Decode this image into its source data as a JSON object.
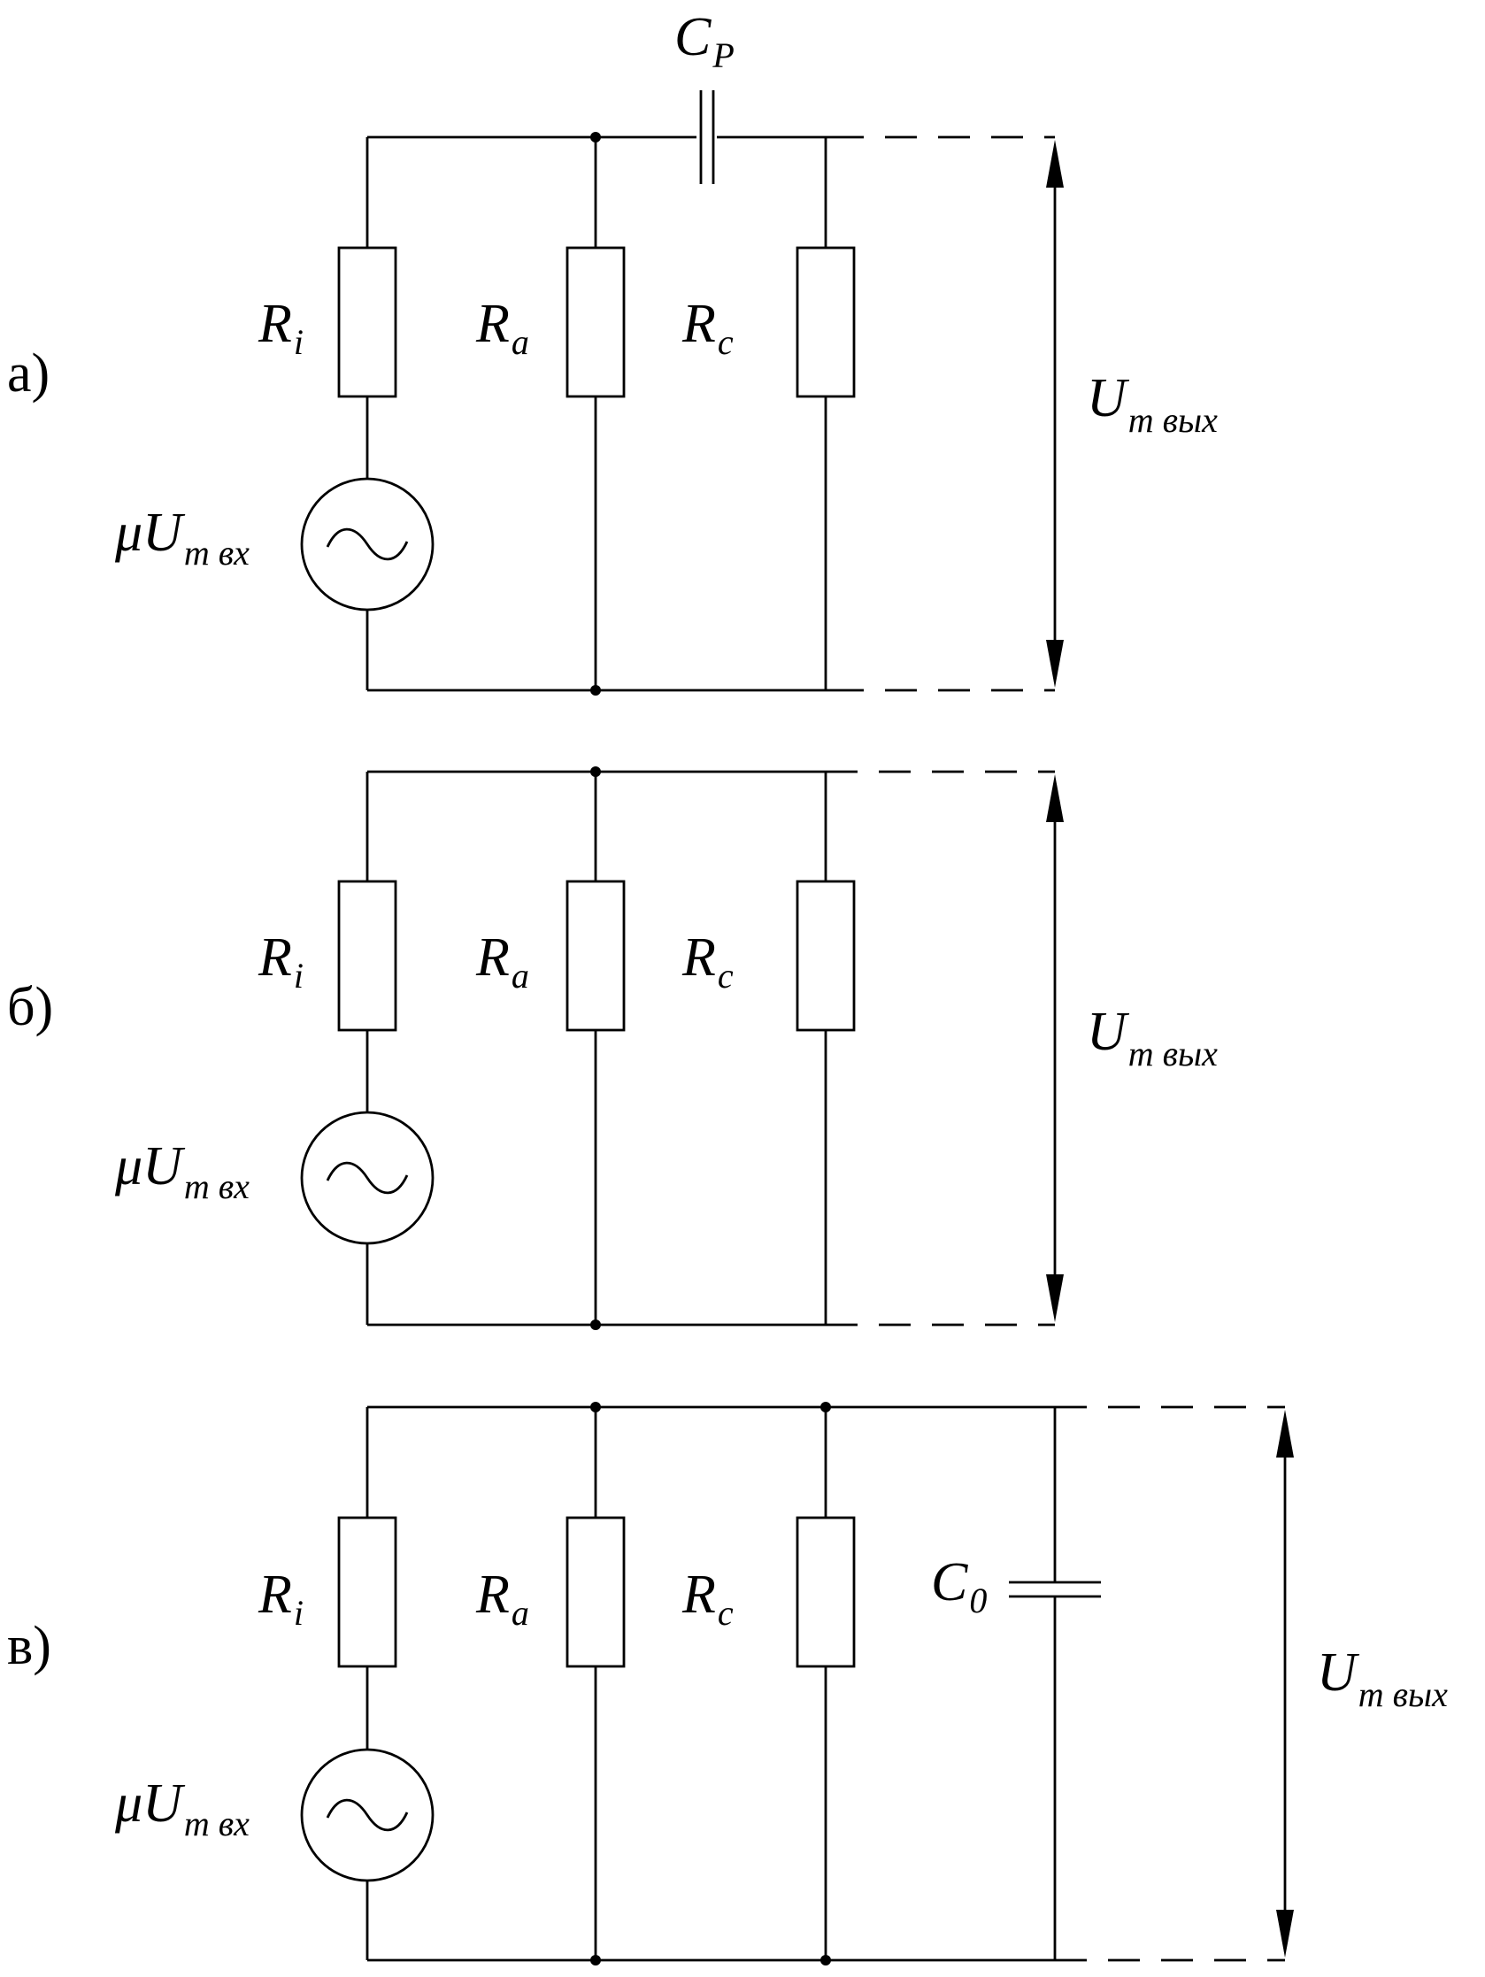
{
  "figure": {
    "panels": [
      {
        "label": "а)",
        "resistors": [
          {
            "main": "R",
            "sub": "i"
          },
          {
            "main": "R",
            "sub": "a"
          },
          {
            "main": "R",
            "sub": "c"
          }
        ],
        "source": {
          "mu": "μ",
          "main": "U",
          "sub": "m вх"
        },
        "capacitor": {
          "main": "C",
          "sub": "P"
        },
        "output": {
          "main": "U",
          "sub": "m вых"
        }
      },
      {
        "label": "б)",
        "resistors": [
          {
            "main": "R",
            "sub": "i"
          },
          {
            "main": "R",
            "sub": "a"
          },
          {
            "main": "R",
            "sub": "c"
          }
        ],
        "source": {
          "mu": "μ",
          "main": "U",
          "sub": "m вх"
        },
        "output": {
          "main": "U",
          "sub": "m вых"
        }
      },
      {
        "label": "в)",
        "resistors": [
          {
            "main": "R",
            "sub": "i"
          },
          {
            "main": "R",
            "sub": "a"
          },
          {
            "main": "R",
            "sub": "c"
          }
        ],
        "source": {
          "mu": "μ",
          "main": "U",
          "sub": "m вх"
        },
        "capacitor": {
          "main": "C",
          "sub": "0"
        },
        "output": {
          "main": "U",
          "sub": "m вых"
        }
      }
    ]
  }
}
